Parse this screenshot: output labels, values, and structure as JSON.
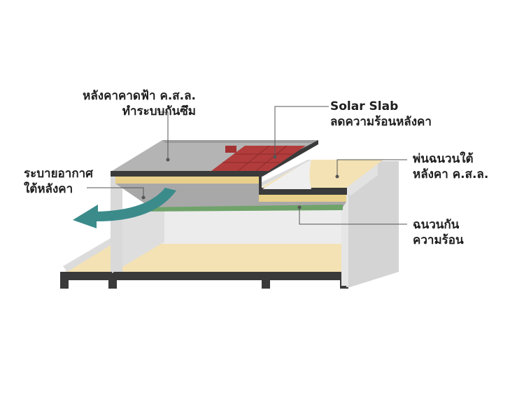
{
  "labels": {
    "roof_slab": {
      "line1": "หลังคาคาดฟ้า ค.ส.ล.",
      "line2": "ทำระบบกันซึม"
    },
    "solar_slab": {
      "line1": "Solar Slab",
      "line2": "ลดความร้อนหลังคา"
    },
    "spray_insulation": {
      "line1": "พ่นฉนวนใต้",
      "line2": "หลังคา ค.ส.ล."
    },
    "ventilation": {
      "line1": "ระบายอากาศ",
      "line2": "ใต้หลังคา"
    },
    "insulation": {
      "line1": "ฉนวนกัน",
      "line2": "ความร้อน"
    }
  },
  "colors": {
    "wall": "#d8d8d8",
    "wall_dark": "#bfbfbf",
    "slab_top": "#b4b4b4",
    "slab_edge": "#3a3a3a",
    "floor": "#f4e2b4",
    "solar_tiles": "#b23c3c",
    "insulation": "#6fa36a",
    "spray_foam": "#e8d08a",
    "airflow_arrow": "#3b8b8b",
    "leader_line": "#555555"
  },
  "icons": {
    "airflow": "curved-arrow-icon"
  }
}
